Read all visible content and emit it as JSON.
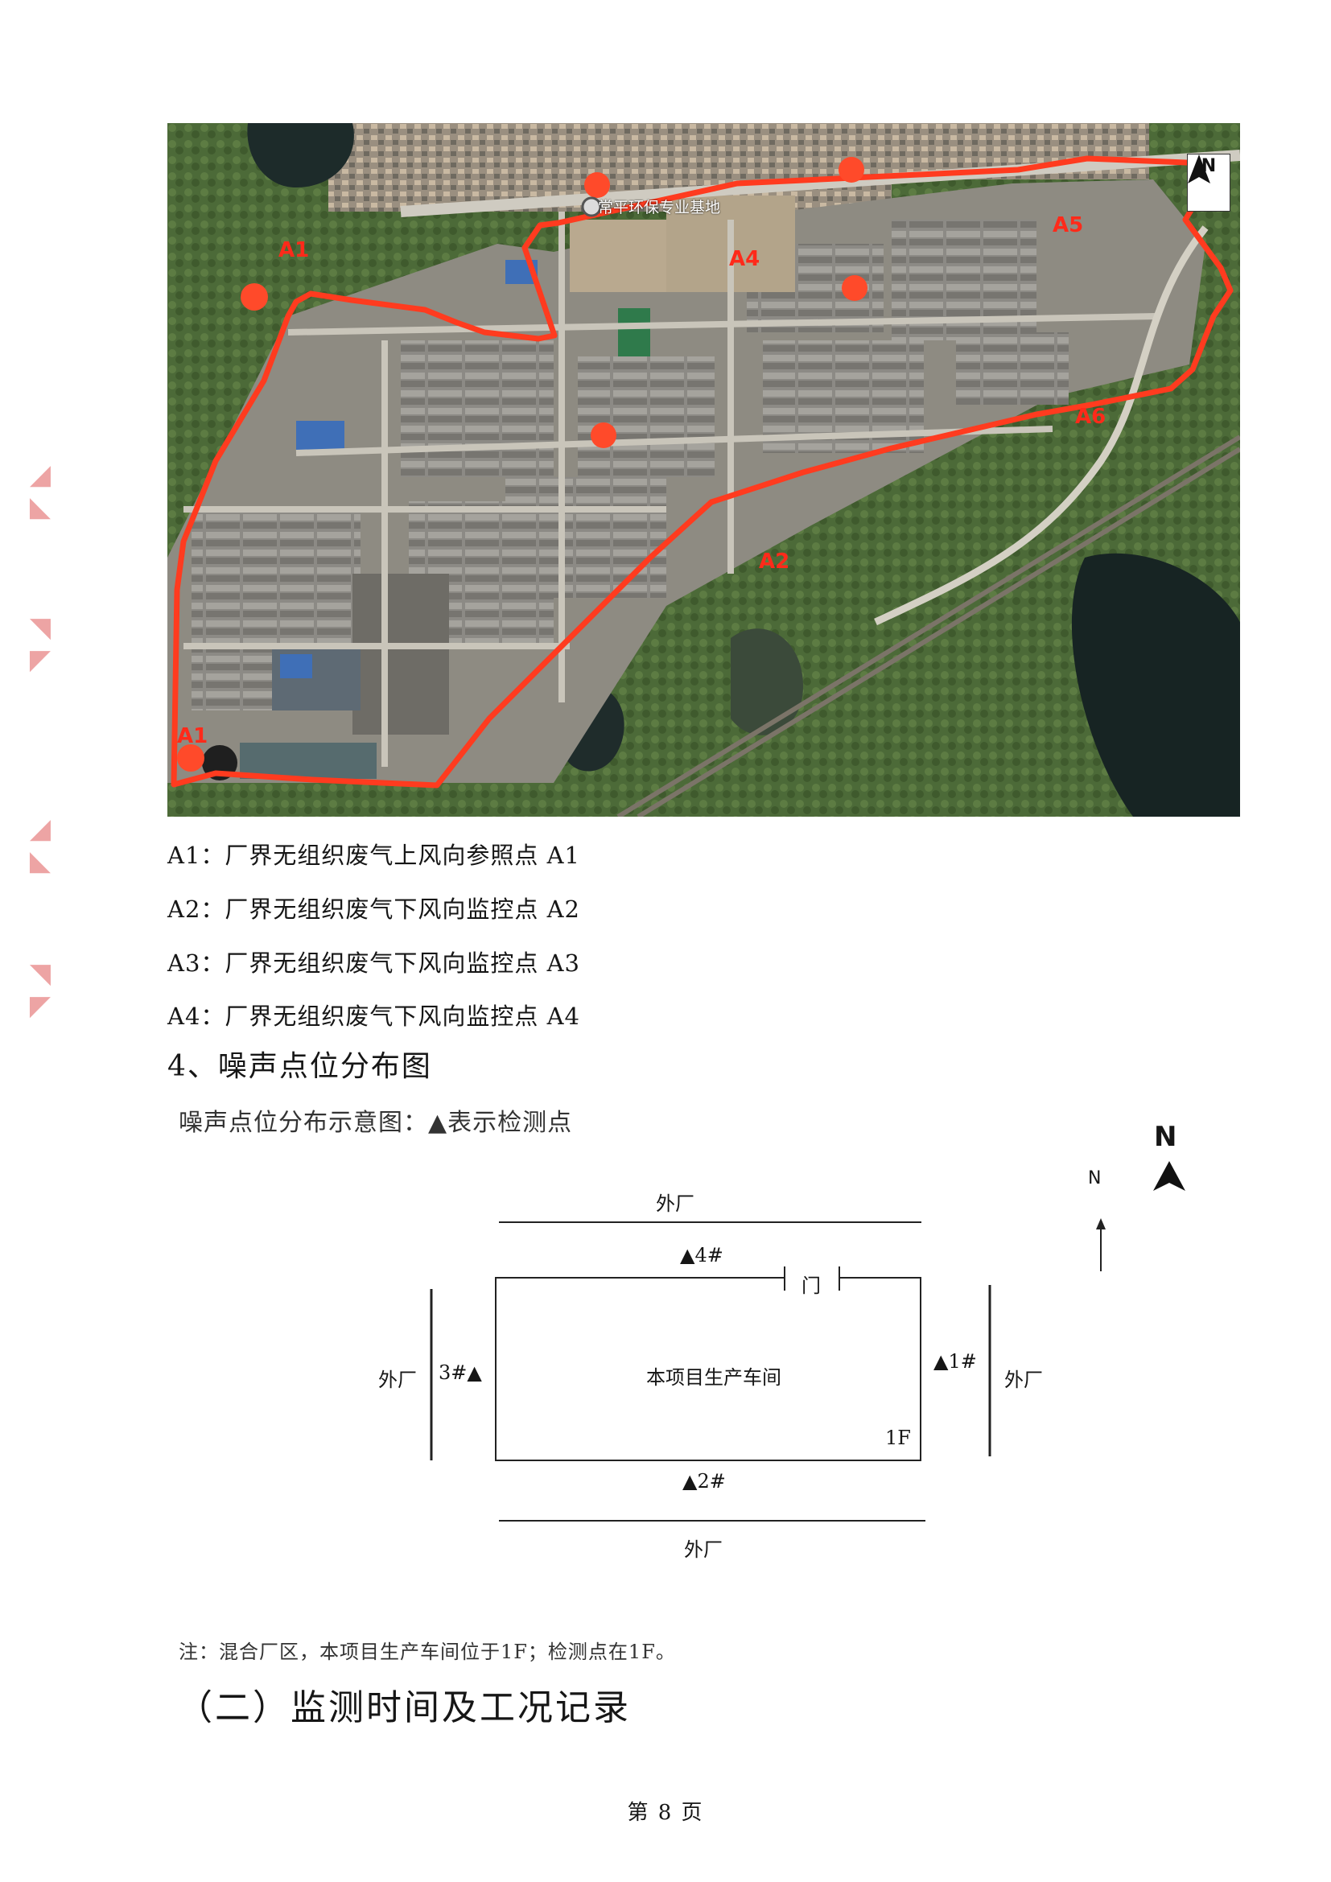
{
  "map": {
    "road_name": "常平环保专业基地",
    "north_label": "N",
    "points": [
      {
        "id": "a1_low",
        "label": "A1"
      },
      {
        "id": "a1_top",
        "label": "A1"
      },
      {
        "id": "a4",
        "label": "A4"
      },
      {
        "id": "a5",
        "label": "A5"
      },
      {
        "id": "a6",
        "label": "A6"
      },
      {
        "id": "a2",
        "label": "A2"
      }
    ],
    "colors": {
      "boundary": "#ff3b1f",
      "point": "#ff4a2a"
    }
  },
  "legend": [
    "A1：厂界无组织废气上风向参照点 A1",
    "A2：厂界无组织废气下风向监控点 A2",
    "A3：厂界无组织废气下风向监控点 A3",
    "A4：厂界无组织废气下风向监控点 A4"
  ],
  "section4_title": "4、噪声点位分布图",
  "noise_caption": "噪声点位分布示意图：▲表示检测点",
  "diagram": {
    "north_bold": "N",
    "north_plain": "N",
    "outside_top": "外厂",
    "outside_bottom": "外厂",
    "outside_left": "外厂",
    "outside_right": "外厂",
    "workshop": "本项目生产车间",
    "door": "门",
    "floor": "1F",
    "p1": "▲1#",
    "p2": "▲2#",
    "p3": "3#▲",
    "p4": "▲4#"
  },
  "note": "注：混合厂区，本项目生产车间位于1F；检测点在1F。",
  "section2_title": "（二）监测时间及工况记录",
  "page_number": "第 8 页"
}
